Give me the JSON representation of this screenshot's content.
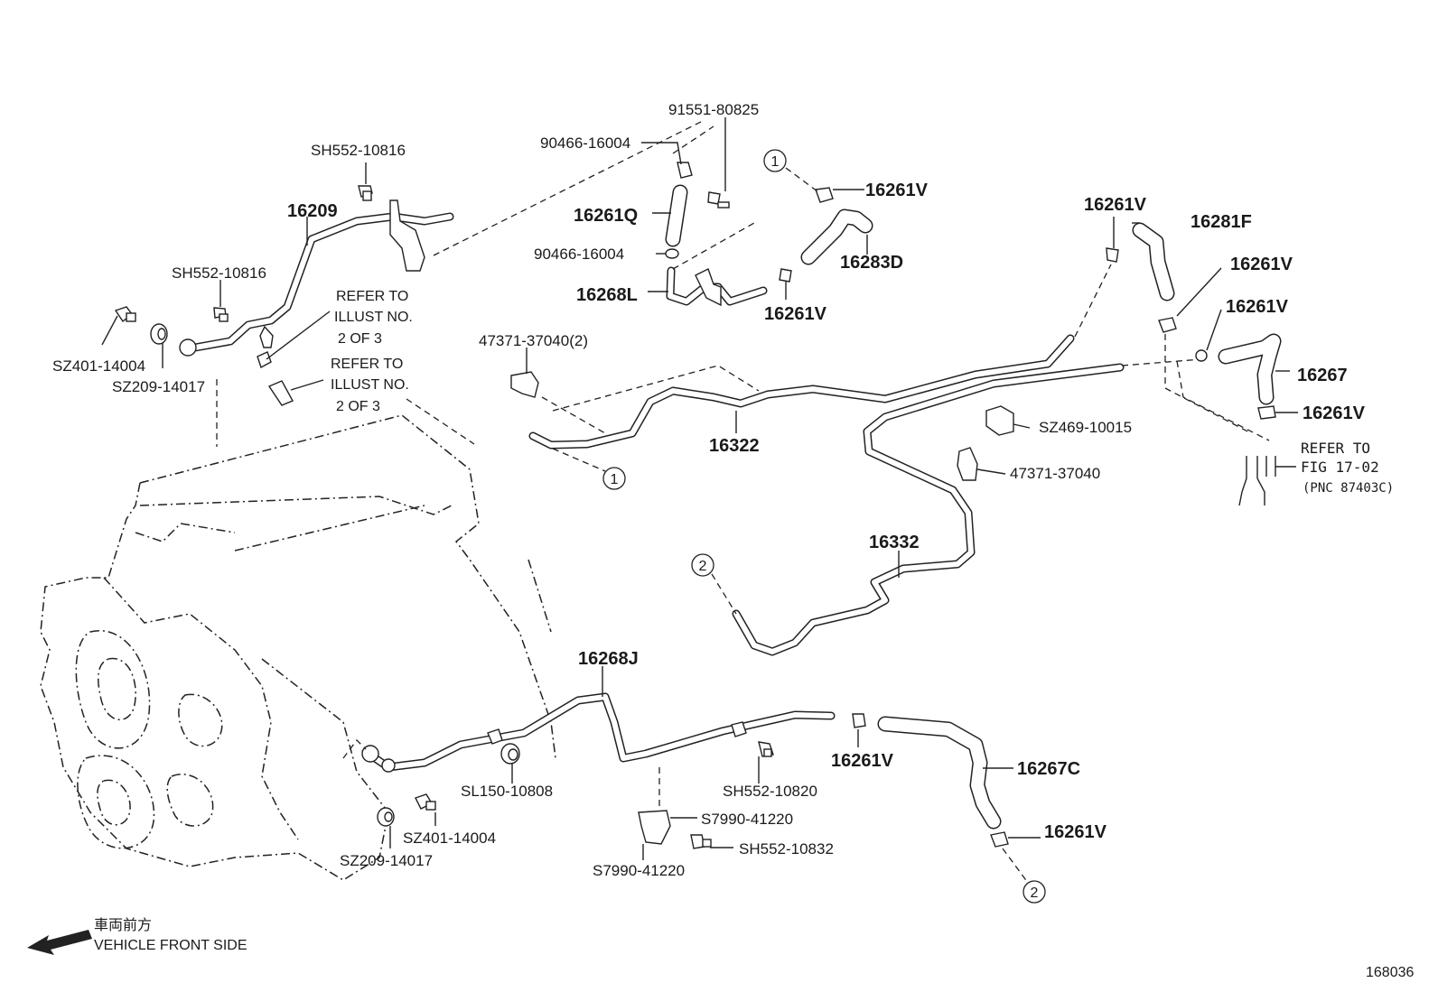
{
  "part_labels": {
    "p91551_80825": "91551-80825",
    "p90466_16004_a": "90466-16004",
    "p90466_16004_b": "90466-16004",
    "p16261Q": "16261Q",
    "p16268L": "16268L",
    "p16261V_1": "16261V",
    "p16261V_2": "16261V",
    "p16283D": "16283D",
    "p16261V_3": "16261V",
    "p16281F": "16281F",
    "p16261V_4": "16261V",
    "p16261V_5": "16261V",
    "p16267": "16267",
    "p16261V_6": "16261V",
    "pSH552_10816_a": "SH552-10816",
    "p16209": "16209",
    "pSH552_10816_b": "SH552-10816",
    "pSZ401_14004_a": "SZ401-14004",
    "pSZ209_14017_a": "SZ209-14017",
    "p47371_37040_2": "47371-37040(2)",
    "p16322": "16322",
    "pSZ469_10015": "SZ469-10015",
    "p47371_37040": "47371-37040",
    "p16332": "16332",
    "p16268J": "16268J",
    "pSL150_10808": "SL150-10808",
    "pSZ401_14004_b": "SZ401-14004",
    "pSZ209_14017_b": "SZ209-14017",
    "pSH552_10820": "SH552-10820",
    "pS7990_41220_a": "S7990-41220",
    "pS7990_41220_b": "S7990-41220",
    "pSH552_10832": "SH552-10832",
    "p16261V_7": "16261V",
    "p16267C": "16267C",
    "p16261V_8": "16261V"
  },
  "notes": {
    "refer_a_1": "REFER TO",
    "refer_a_2": "ILLUST NO.",
    "refer_a_3": "2 OF 3",
    "refer_b_1": "REFER TO",
    "refer_b_2": "ILLUST NO.",
    "refer_b_3": "2 OF 3",
    "refer_fig_1": "REFER TO",
    "refer_fig_2": "FIG 17-02",
    "refer_fig_3": "(PNC 87403C)"
  },
  "callouts": {
    "c1_top": "1",
    "c1_bottom": "1",
    "c2_left": "2",
    "c2_bottom": "2"
  },
  "legend": {
    "japanese": "車両前方",
    "english": "VEHICLE FRONT SIDE"
  },
  "diagram_id": "168036"
}
